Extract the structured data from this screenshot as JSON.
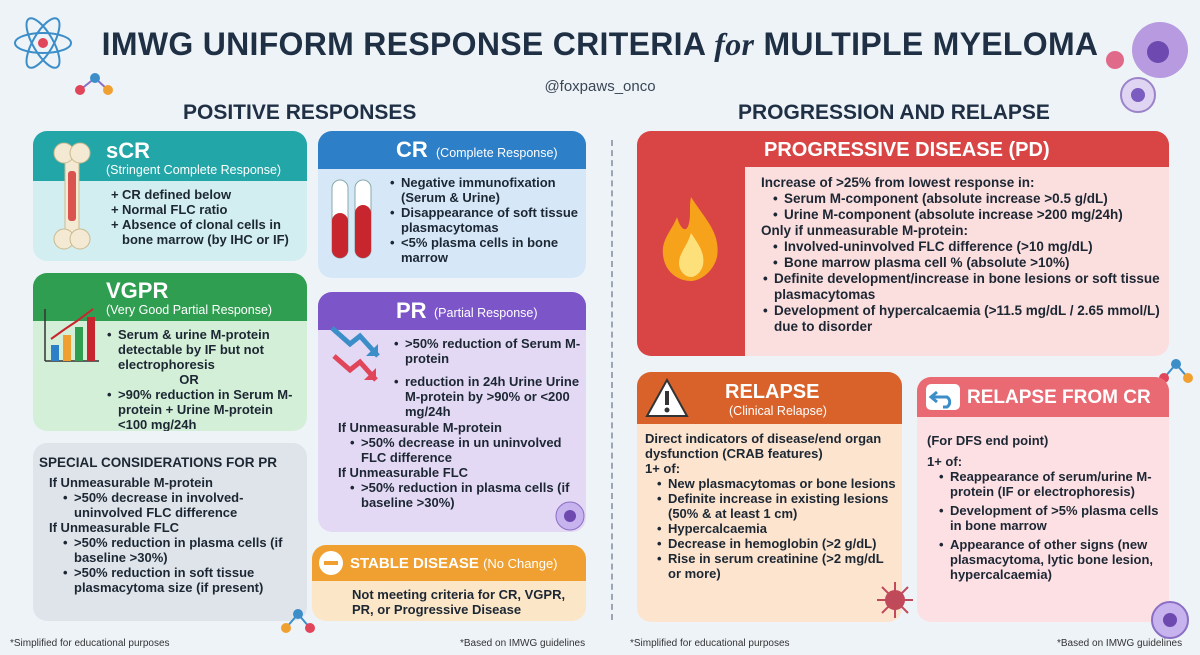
{
  "title_main": "IMWG UNIFORM RESPONSE CRITERIA",
  "title_for": "for",
  "title_end": "MULTIPLE MYELOMA",
  "handle": "@foxpaws_onco",
  "left_heading": "POSITIVE RESPONSES",
  "right_heading": "PROGRESSION AND RELAPSE",
  "scr": {
    "title": "sCR",
    "subtitle": "(Stringent Complete Response)",
    "items": [
      "CR defined below",
      "Normal FLC ratio",
      "Absence of clonal cells in bone marrow (by IHC or IF)"
    ]
  },
  "cr": {
    "title": "CR",
    "subtitle": "(Complete Response)",
    "items": [
      "Negative immunofixation (Serum & Urine)",
      "Disappearance of soft tissue plasmacytomas",
      "<5% plasma cells in bone marrow"
    ]
  },
  "vgpr": {
    "title": "VGPR",
    "subtitle": "(Very Good Partial Response)",
    "item1": "Serum & urine M-protein detectable by IF but not electrophoresis",
    "or": "OR",
    "item2": ">90% reduction in Serum M-protein + Urine M-protein <100 mg/24h"
  },
  "pr": {
    "title": "PR",
    "subtitle": "(Partial Response)",
    "items": [
      ">50% reduction of Serum M-protein",
      "reduction in 24h Urine Urine M-protein by >90% or <200 mg/24h"
    ],
    "unmeasurable_mp": "If Unmeasurable M-protein",
    "ump_item": ">50% decrease in un uninvolved FLC difference",
    "unmeasurable_flc": "If Unmeasurable FLC",
    "uflc_item": ">50% reduction in plasma cells (if baseline >30%)"
  },
  "special": {
    "title": "SPECIAL CONSIDERATIONS FOR PR",
    "h1": "If Unmeasurable M-protein",
    "i1": ">50% decrease in involved-uninvolved FLC difference",
    "h2": "If Unmeasurable FLC",
    "i2": ">50% reduction in plasma cells (if baseline >30%)",
    "i3": ">50% reduction in soft tissue plasmacytoma size (if present)"
  },
  "stable": {
    "title": "STABLE DISEASE",
    "subtitle": "(No Change)",
    "text": "Not meeting criteria for CR, VGPR, PR, or Progressive Disease"
  },
  "pd": {
    "title": "PROGRESSIVE DISEASE (PD)",
    "intro": "Increase of >25% from lowest response in:",
    "i1": "Serum M-component (absolute increase >0.5 g/dL)",
    "i2": "Urine M-component (absolute increase >200 mg/24h)",
    "only": "Only if unmeasurable M-protein:",
    "i3": "Involved-uninvolved FLC difference (>10 mg/dL)",
    "i4": "Bone marrow plasma cell % (absolute >10%)",
    "i5": "Definite development/increase in bone lesions or soft tissue plasmacytomas",
    "i6": "Development of hypercalcaemia (>11.5 mg/dL / 2.65 mmol/L) due to disorder"
  },
  "relapse": {
    "title": "RELAPSE",
    "subtitle": "(Clinical Relapse)",
    "intro": "Direct indicators of disease/end organ dysfunction (CRAB features)",
    "oneplus": "1+ of:",
    "items": [
      "New plasmacytomas or bone lesions",
      "Definite increase in existing lesions (50% & at least 1 cm)",
      "Hypercalcaemia",
      "Decrease in hemoglobin (>2 g/dL)",
      "Rise in serum creatinine (>2 mg/dL or more)"
    ]
  },
  "relapse_cr": {
    "title": "RELAPSE FROM CR",
    "intro": "(For DFS end point)",
    "oneplus": "1+ of:",
    "items": [
      "Reappearance of serum/urine M-protein (IF or electrophoresis)",
      "Development of >5% plasma cells in bone marrow",
      "Appearance of other signs (new plasmacytoma, lytic bone lesion, hypercalcaemia)"
    ]
  },
  "foot_left1": "*Simplified for educational purposes",
  "foot_left2": "*Based on IMWG guidelines",
  "foot_right1": "*Simplified for educational purposes",
  "foot_right2": "*Based on IMWG guidelines"
}
